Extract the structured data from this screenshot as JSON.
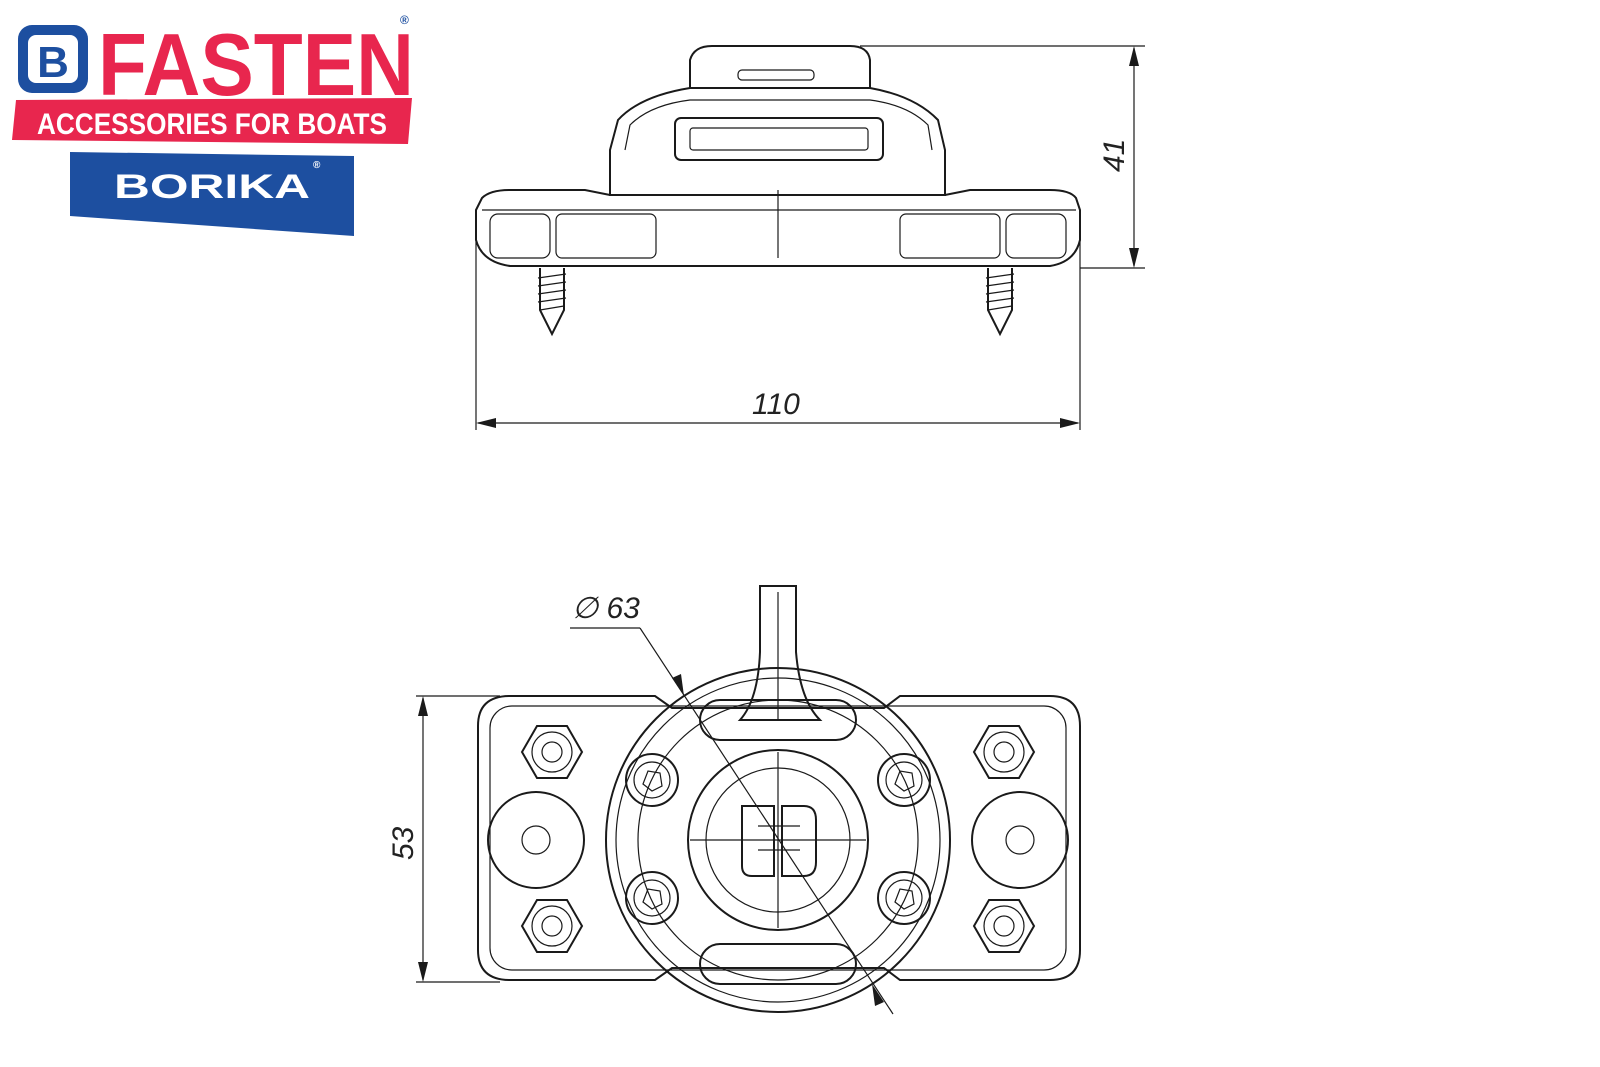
{
  "brand": {
    "mark_letter": "B",
    "name": "FASTEN",
    "tagline": "ACCESSORIES FOR BOATS",
    "sub_brand": "BORIKA",
    "registered_symbol": "®",
    "colors": {
      "red": "#e8264e",
      "blue": "#1d4fa0",
      "white": "#ffffff",
      "line": "#1a1a1a"
    }
  },
  "drawing": {
    "dimensions": {
      "height": "41",
      "width": "110",
      "diameter": "∅ 63",
      "depth": "53"
    }
  }
}
